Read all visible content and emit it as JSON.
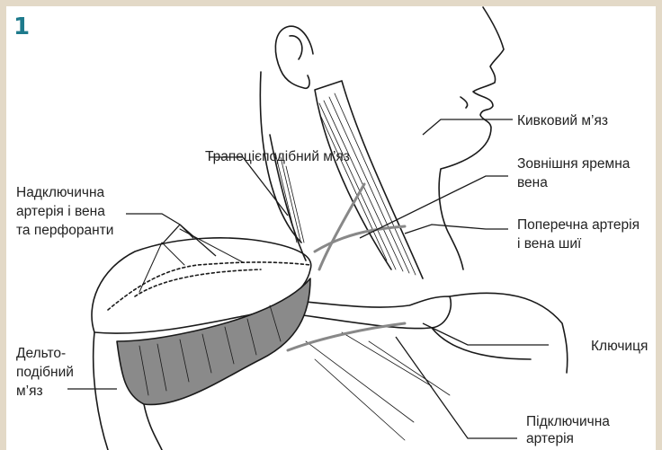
{
  "figure": {
    "number": "1",
    "colors": {
      "frame": "#e3d9c7",
      "number": "#1e7a8c",
      "line": "#1a1a1a",
      "muscle_shade": "#8a8a8a"
    }
  },
  "labels": {
    "trapezius": "Трапецієподібний м’яз",
    "supraclavicular_1": "Надключична",
    "supraclavicular_2": "артерія і вена",
    "supraclavicular_3": "та перфоранти",
    "deltoid_1": "Дельто-",
    "deltoid_2": "подібний",
    "deltoid_3": "м’яз",
    "sternocleido": "Кивковий м’яз",
    "ext_jugular_1": "Зовнішня яремна",
    "ext_jugular_2": "вена",
    "transverse_1": "Поперечна артерія",
    "transverse_2": "і вена шиї",
    "clavicle": "Ключиця",
    "subclavian_1": "Підключична",
    "subclavian_2": "артерія"
  }
}
